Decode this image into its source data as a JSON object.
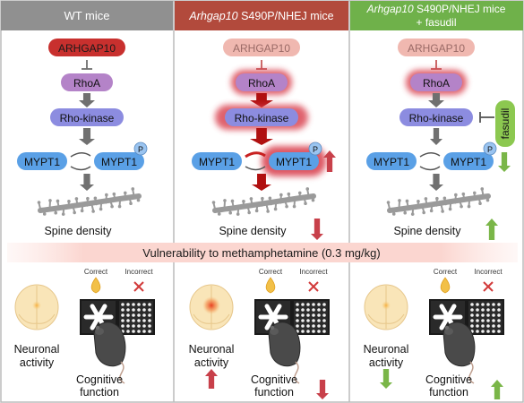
{
  "panels": [
    {
      "header_italic": "",
      "header_rest": "WT mice",
      "header_line2": "",
      "header_color": "#909090",
      "nodes": {
        "arhgap10": "ARHGAP10",
        "rhoa": "RhoA",
        "rho_kinase": "Rho-kinase",
        "mypt1": "MYPT1",
        "mypt1p": "MYPT1",
        "p_badge": "P"
      },
      "spine_label": "Spine density",
      "neuronal_label_1": "Neuronal",
      "neuronal_label_2": "activity",
      "cognitive_label_1": "Cognitive",
      "cognitive_label_2": "function",
      "correct": "Correct",
      "incorrect": "Incorrect"
    },
    {
      "header_italic": "Arhgap10",
      "header_rest": " S490P/NHEJ mice",
      "header_line2": "",
      "header_color": "#b24a3c",
      "nodes": {
        "arhgap10": "ARHGAP10",
        "rhoa": "RhoA",
        "rho_kinase": "Rho-kinase",
        "mypt1": "MYPT1",
        "mypt1p": "MYPT1",
        "p_badge": "P"
      },
      "spine_label": "Spine density",
      "neuronal_label_1": "Neuronal",
      "neuronal_label_2": "activity",
      "cognitive_label_1": "Cognitive",
      "cognitive_label_2": "function",
      "correct": "Correct",
      "incorrect": "Incorrect"
    },
    {
      "header_italic": "Arhgap10",
      "header_rest": " S490P/NHEJ mice",
      "header_line2": "+ fasudil",
      "header_color": "#6fb14a",
      "nodes": {
        "arhgap10": "ARHGAP10",
        "rhoa": "RhoA",
        "rho_kinase": "Rho-kinase",
        "mypt1": "MYPT1",
        "mypt1p": "MYPT1",
        "p_badge": "P",
        "fasudil": "fasudil"
      },
      "spine_label": "Spine density",
      "neuronal_label_1": "Neuronal",
      "neuronal_label_2": "activity",
      "cognitive_label_1": "Cognitive",
      "cognitive_label_2": "function",
      "correct": "Correct",
      "incorrect": "Incorrect"
    }
  ],
  "banner": "Vulnerability to methamphetamine (0.3 mg/kg)",
  "colors": {
    "arhgap10_red": "#c8302e",
    "arhgap10_faded": "#f0b8b0",
    "rhoa": "#b483c8",
    "rho_kinase": "#8c8ce0",
    "mypt1": "#5aa0e6",
    "arrow_gray": "#707070",
    "arrow_red": "#b01010",
    "up_red": "#c8404a",
    "down_green": "#7ab648",
    "fasudil_green": "#8cc850"
  }
}
